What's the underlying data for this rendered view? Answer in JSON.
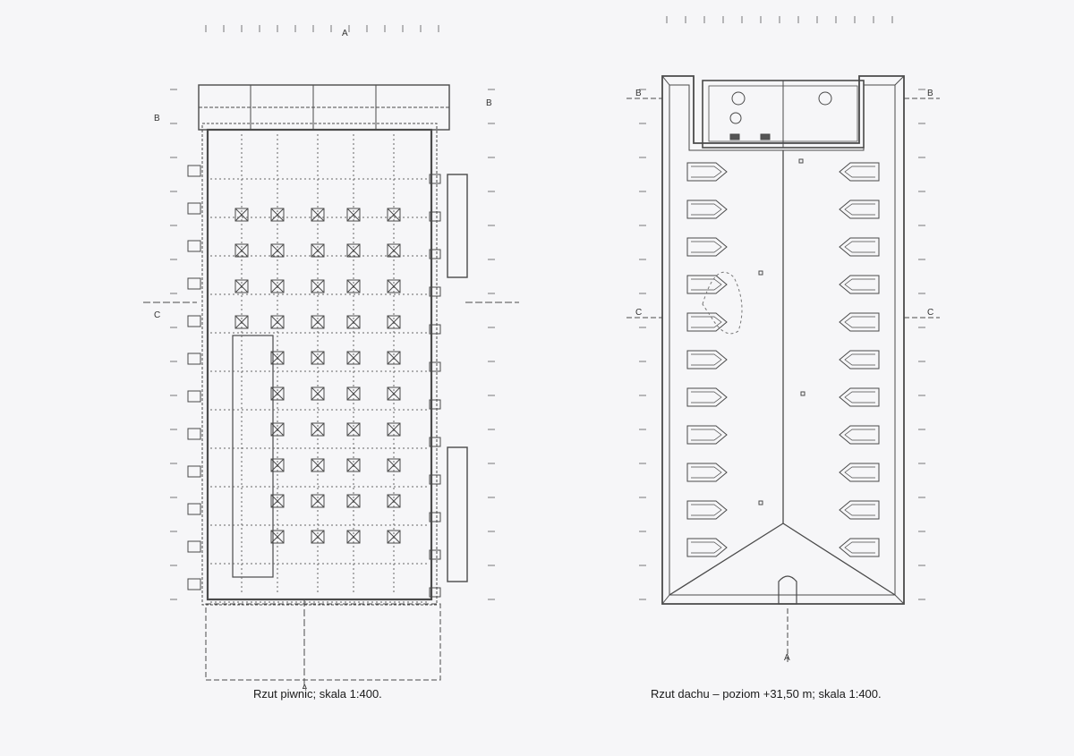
{
  "captions": {
    "basement": "Rzut piwnic; skala 1:400.",
    "roof": "Rzut dachu – poziom +31,50 m; skala 1:400."
  },
  "section_marks": {
    "a": "A",
    "b": "B",
    "c": "C"
  },
  "colors": {
    "ink": "#3a3a3a",
    "paper": "#f6f6f8"
  }
}
